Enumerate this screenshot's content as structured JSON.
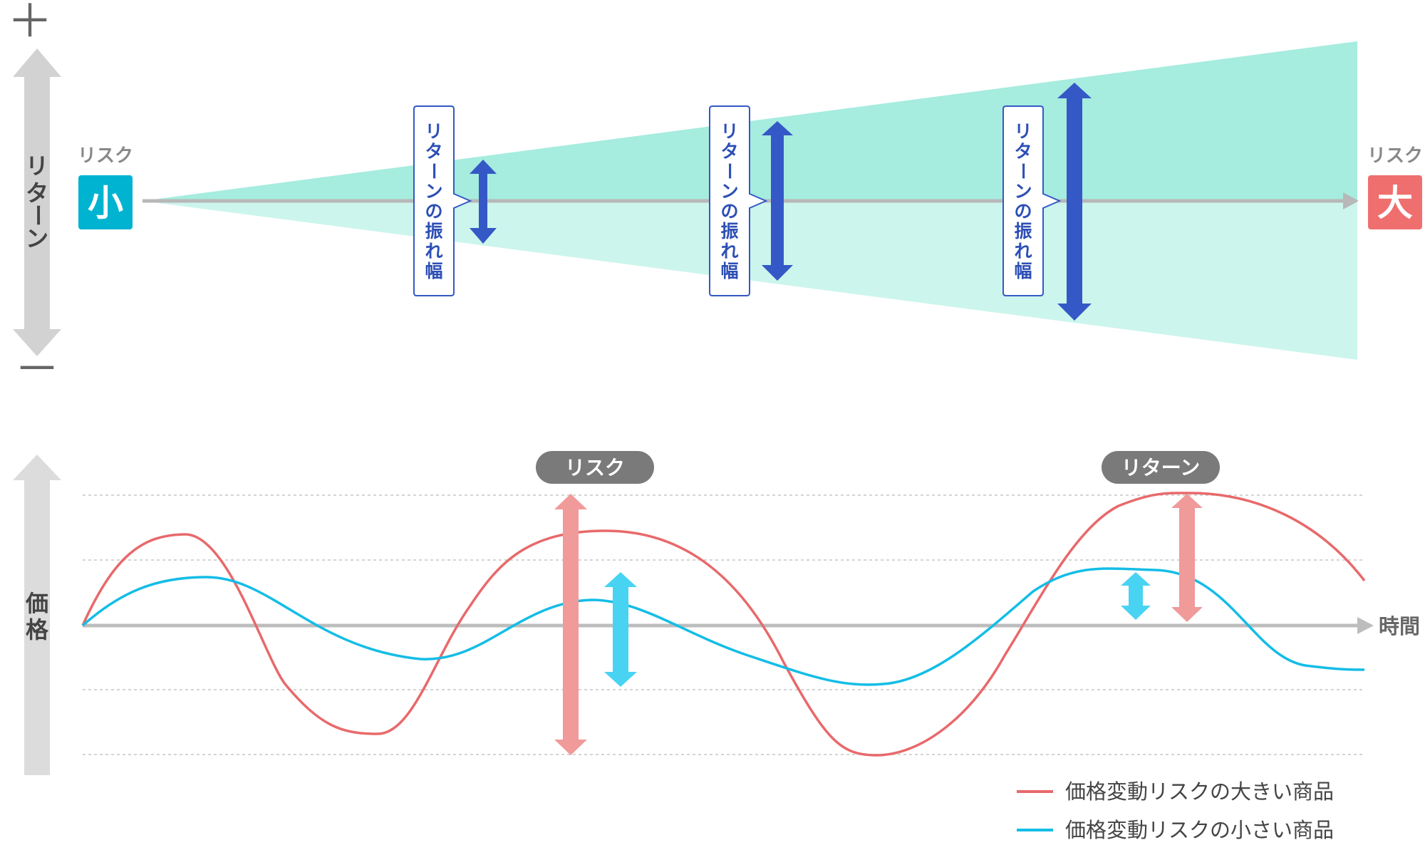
{
  "top": {
    "plus_sign": "＋",
    "minus_sign": "－",
    "axis_label": [
      "リ",
      "タ",
      "ー",
      "ン"
    ],
    "risk_low": {
      "caption": "リスク",
      "badge": "小",
      "color": "#00b3d1"
    },
    "risk_high": {
      "caption": "リスク",
      "badge": "大",
      "color": "#ef6f6f"
    },
    "callout_label": [
      "リ",
      "タ",
      "ー",
      "ン",
      "の",
      "振",
      "れ",
      "幅"
    ],
    "callouts": [
      {
        "label": [
          "リ",
          "タ",
          "ー",
          "ン",
          "の",
          "振",
          "れ",
          "幅"
        ]
      },
      {
        "label": [
          "リ",
          "タ",
          "ー",
          "ン",
          "の",
          "振",
          "れ",
          "幅"
        ]
      },
      {
        "label": [
          "リ",
          "タ",
          "ー",
          "ン",
          "の",
          "振",
          "れ",
          "幅"
        ]
      }
    ],
    "fan_color_upper": "#a6ecdf",
    "fan_color_lower": "#ccf5ed",
    "arrow_color": "#3459c6"
  },
  "bottom": {
    "axis_label": [
      "価",
      "格"
    ],
    "x_axis_label": "時間",
    "pill_risk": "リスク",
    "pill_return": "リターン",
    "legend": [
      {
        "label": "価格変動リスクの大きい商品",
        "color": "#e8696b"
      },
      {
        "label": "価格変動リスクの小さい商品",
        "color": "#14bde6"
      }
    ],
    "arrow_colors": {
      "risk": "#f09a9a",
      "return": "#49d3f2"
    }
  }
}
